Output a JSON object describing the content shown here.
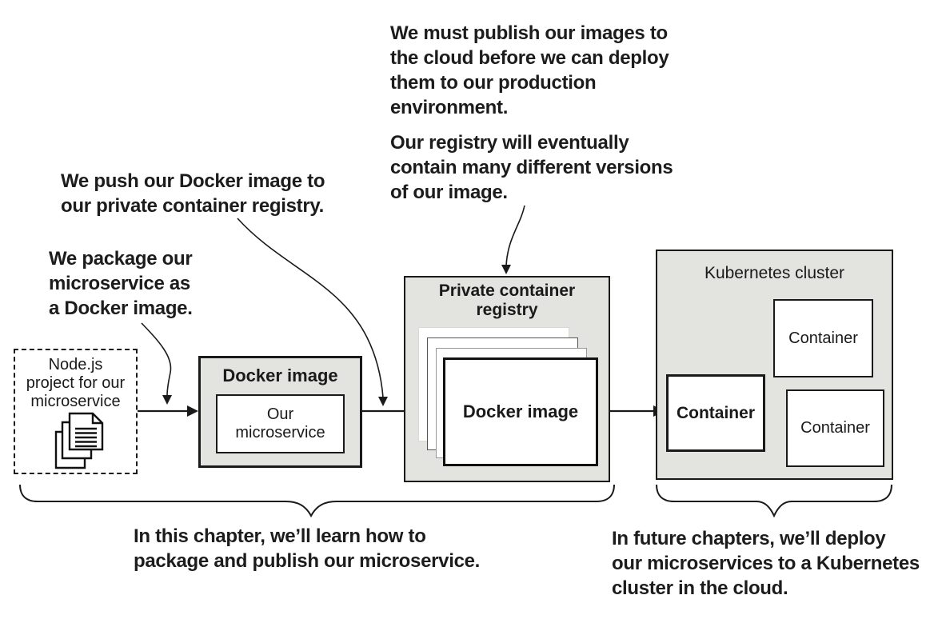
{
  "diagram": {
    "annotations": {
      "publish": {
        "lines": [
          "We must publish our images to",
          "the cloud before we can deploy",
          "them to our production",
          "environment."
        ]
      },
      "registry_versions": {
        "lines": [
          "Our registry will eventually",
          "contain many different versions",
          "of our image."
        ]
      },
      "push": {
        "lines": [
          "We push our Docker image to",
          "our private container registry."
        ]
      },
      "package": {
        "lines": [
          "We package our",
          "microservice as",
          "a Docker image."
        ]
      }
    },
    "nodejs": {
      "lines": [
        "Node.js",
        "project for our",
        "microservice"
      ],
      "icon": "documents-icon"
    },
    "docker": {
      "title": "Docker image",
      "inner_lines": [
        "Our",
        "microservice"
      ]
    },
    "registry": {
      "title_lines": [
        "Private container",
        "registry"
      ],
      "card_label": "Docker image"
    },
    "cluster": {
      "title": "Kubernetes cluster",
      "containers": [
        "Container",
        "Container",
        "Container"
      ]
    },
    "captions": {
      "chapter": {
        "lines": [
          "In this chapter, we’ll learn how to",
          "package and publish our microservice."
        ]
      },
      "future": {
        "lines": [
          "In future chapters, we’ll deploy",
          "our microservices to a Kubernetes",
          "cluster in the cloud."
        ]
      }
    },
    "colors": {
      "box_fill": "#e3e3df",
      "line": "#1a1a1a",
      "background": "#ffffff"
    }
  }
}
